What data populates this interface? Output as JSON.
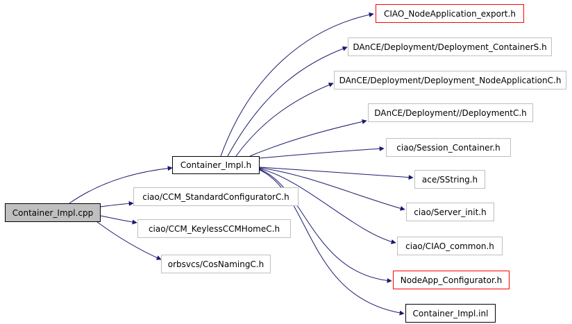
{
  "colors": {
    "edge": "#191970",
    "root_fill": "#bfbfbf",
    "border_black": "#000000",
    "border_gray": "#bfbfbf",
    "border_red": "#ff0000"
  },
  "nodes": {
    "container_impl_cpp": "Container_Impl.cpp",
    "container_impl_h": "Container_Impl.h",
    "ccm_standard_configurator": "ciao/CCM_StandardConfiguratorC.h",
    "ccm_keyless_home": "ciao/CCM_KeylessCCMHomeC.h",
    "cos_naming": "orbsvcs/CosNamingC.h",
    "nodeapp_export": "CIAO_NodeApplication_export.h",
    "deployment_containers": "DAnCE/Deployment/Deployment_ContainerS.h",
    "deployment_nodeappc": "DAnCE/Deployment/Deployment_NodeApplicationC.h",
    "deploymentc": "DAnCE/Deployment//DeploymentC.h",
    "session_container": "ciao/Session_Container.h",
    "sstring": "ace/SString.h",
    "server_init": "ciao/Server_init.h",
    "ciao_common": "ciao/CIAO_common.h",
    "nodeapp_configurator": "NodeApp_Configurator.h",
    "container_impl_inl": "Container_Impl.inl"
  }
}
